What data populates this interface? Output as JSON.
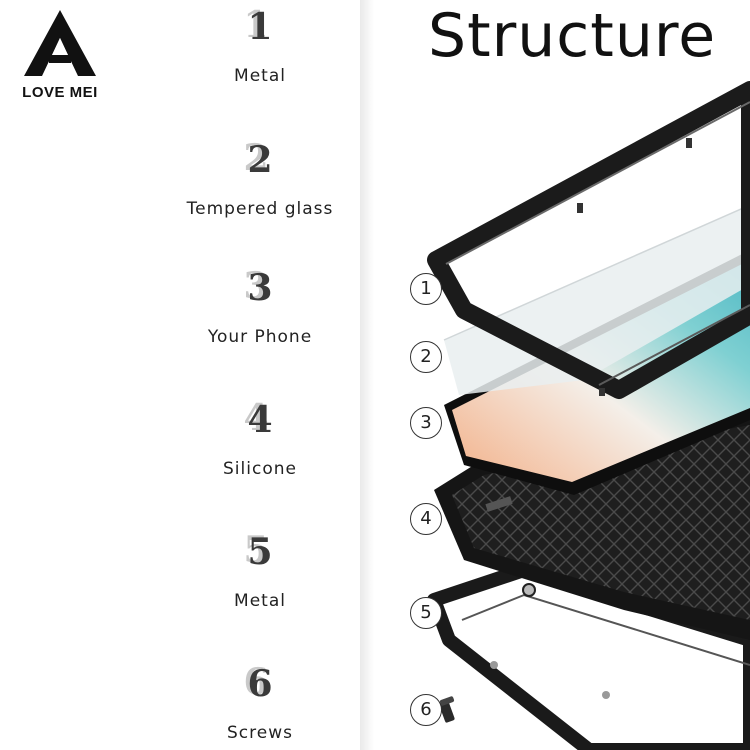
{
  "brand": {
    "logo_text": "LOVE MEI"
  },
  "title": "Structure",
  "parts": [
    {
      "number": "1",
      "label": "Metal"
    },
    {
      "number": "2",
      "label": "Tempered glass"
    },
    {
      "number": "3",
      "label": "Your Phone"
    },
    {
      "number": "4",
      "label": "Silicone"
    },
    {
      "number": "5",
      "label": "Metal"
    },
    {
      "number": "6",
      "label": "Screws"
    }
  ],
  "callouts": [
    "1",
    "2",
    "3",
    "4",
    "5",
    "6"
  ],
  "colors": {
    "frame": "#1c1c1c",
    "silicone": "#222222",
    "screen_teal": "#5fc2c8",
    "screen_peach": "#f3b088"
  }
}
